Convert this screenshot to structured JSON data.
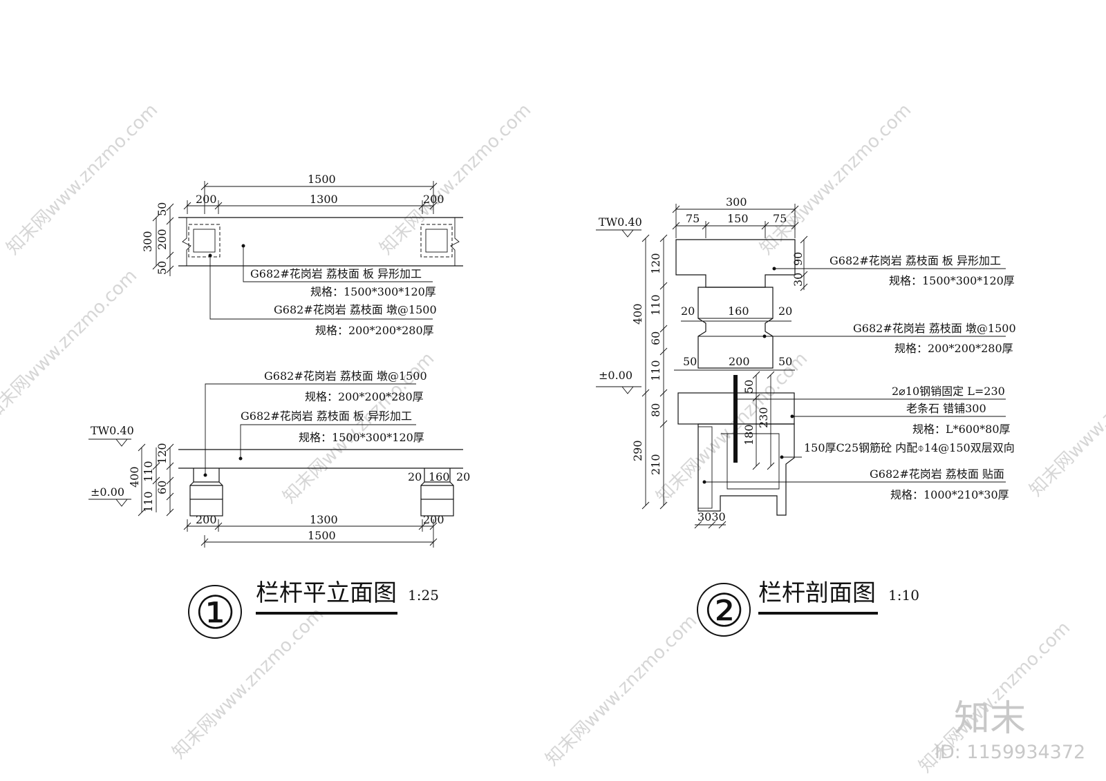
{
  "drawing1": {
    "title": "栏杆平立面图",
    "scale": "1:25",
    "number": "①",
    "plan": {
      "dim_total": "1500",
      "dim_left": "200",
      "dim_mid": "1300",
      "dim_right": "200",
      "dim_side_50a": "50",
      "dim_side_200": "200",
      "dim_side_300": "300",
      "dim_side_50b": "50",
      "note1_line1": "G682#花岗岩 荔枝面 板 异形加工",
      "note1_line2": "规格：1500*300*120厚",
      "note2_line1": "G682#花岗岩 荔枝面 墩@1500",
      "note2_line2": "规格：200*200*280厚"
    },
    "elevation": {
      "note1_line1": "G682#花岗岩 荔枝面 墩@1500",
      "note1_line2": "规格：200*200*280厚",
      "note2_line1": "G682#花岗岩 荔枝面 板 异形加工",
      "note2_line2": "规格：1500*300*120厚",
      "level_top": "TW0.40",
      "level_zero": "±0.00",
      "dim_120": "120",
      "dim_110a": "110",
      "dim_60": "60",
      "dim_110b": "110",
      "dim_400": "400",
      "dim_20a": "20",
      "dim_160": "160",
      "dim_20b": "20",
      "dim_left": "200",
      "dim_mid": "1300",
      "dim_right": "200",
      "dim_total": "1500"
    }
  },
  "drawing2": {
    "title": "栏杆剖面图",
    "scale": "1:10",
    "number": "②",
    "dim_300": "300",
    "dim_75a": "75",
    "dim_150": "150",
    "dim_75b": "75",
    "level_top": "TW0.40",
    "level_zero": "±0.00",
    "dim_120": "120",
    "dim_110a": "110",
    "dim_60": "60",
    "dim_110b": "110",
    "dim_400": "400",
    "dim_80": "80",
    "dim_210": "210",
    "dim_290": "290",
    "dim_90": "90",
    "dim_30": "30",
    "dim_20a": "20",
    "dim_160": "160",
    "dim_20b": "20",
    "dim_50a": "50",
    "dim_200": "200",
    "dim_50b": "50",
    "dim_50c": "50",
    "dim_180": "180",
    "dim_230": "230",
    "dim_3030": "3030",
    "notes": [
      "G682#花岗岩 荔枝面 板 异形加工",
      "规格：1500*300*120厚",
      "G682#花岗岩 荔枝面 墩@1500",
      "规格：200*200*280厚",
      "2⌀10钢销固定 L=230",
      "老条石 错铺300",
      "规格：L*600*80厚",
      "150厚C25钢筋砼 内配⌽14@150双层双向",
      "G682#花岗岩 荔枝面 贴面",
      "规格：1000*210*30厚"
    ]
  },
  "watermark": {
    "text": "知末网www.znzmo.com",
    "brand": "知末",
    "id": "ID: 1159934372"
  }
}
